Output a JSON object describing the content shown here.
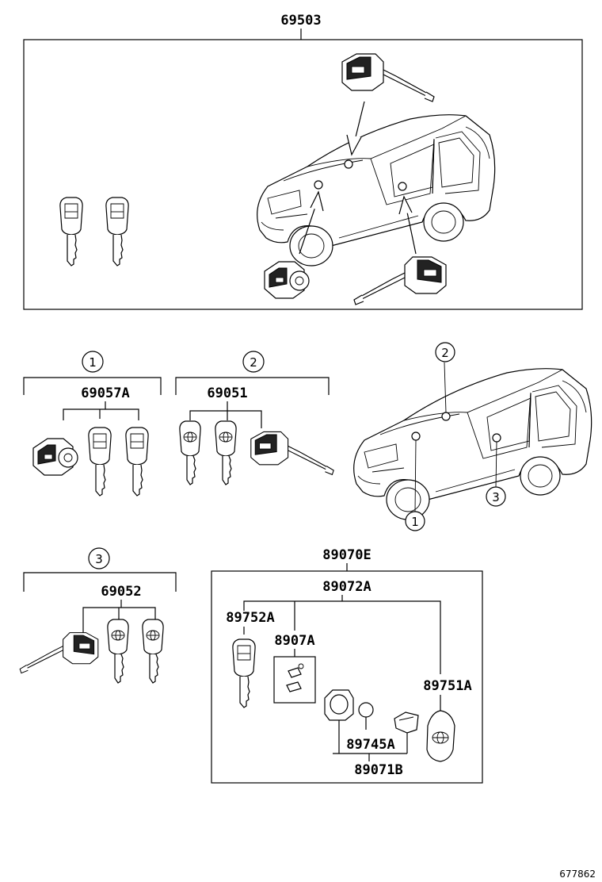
{
  "parts": {
    "p69503": "69503",
    "p69057A": "69057A",
    "p69051": "69051",
    "p69052": "69052",
    "p89070E": "89070E",
    "p89072A": "89072A",
    "p89752A": "89752A",
    "p8907A": "8907A",
    "p89751A": "89751A",
    "p89745A": "89745A",
    "p89071B": "89071B"
  },
  "callouts": {
    "c1": "1",
    "c2": "2",
    "c3": "3"
  },
  "reference_number": "677862"
}
